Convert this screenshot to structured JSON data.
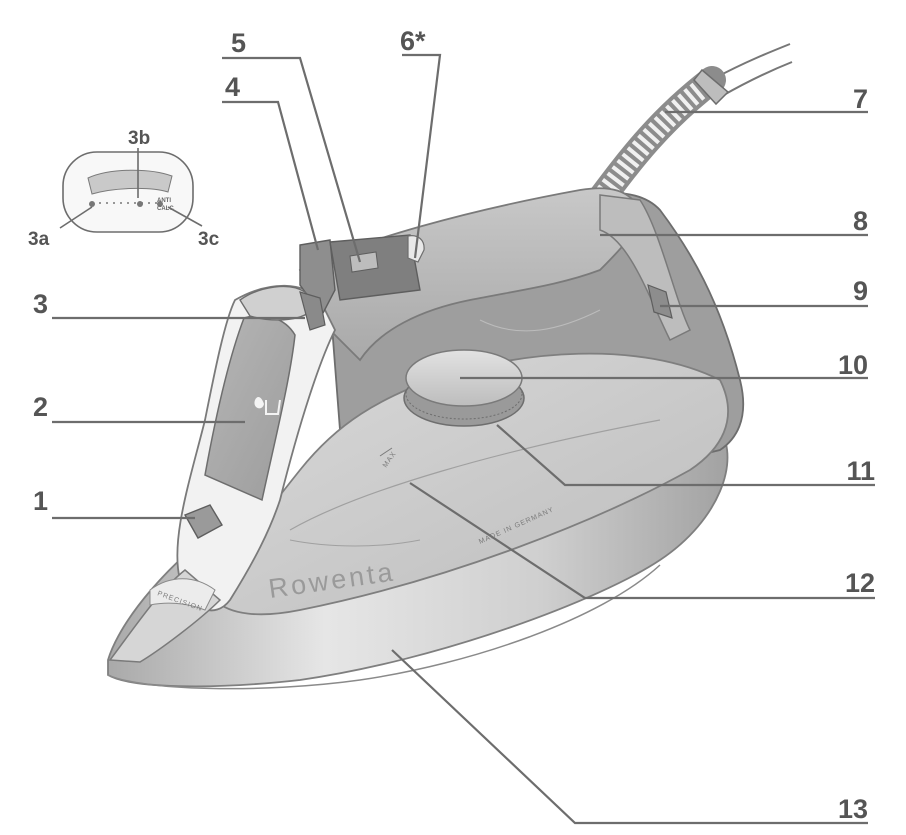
{
  "diagram": {
    "brand_text": "Rowenta",
    "made_in_text": "MADE IN GERMANY",
    "precision_text": "PRECISION",
    "max_text": "MAX",
    "anticalc_line1": "ANTI",
    "anticalc_line2": "CALC",
    "inset_labels": {
      "a": "3a",
      "b": "3b",
      "c": "3c"
    },
    "callouts": {
      "n1": "1",
      "n2": "2",
      "n3": "3",
      "n4": "4",
      "n5": "5",
      "n6": "6*",
      "n7": "7",
      "n8": "8",
      "n9": "9",
      "n10": "10",
      "n11": "11",
      "n12": "12",
      "n13": "13"
    }
  }
}
